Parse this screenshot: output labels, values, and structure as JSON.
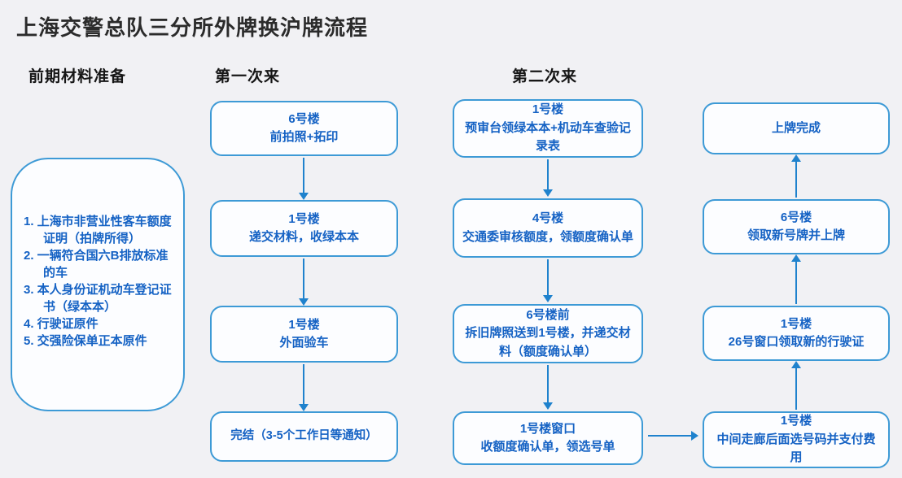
{
  "title": "上海交警总队三分所外牌换沪牌流程",
  "section_headers": {
    "prep": "前期材料准备",
    "first_visit": "第一次来",
    "second_visit": "第二次来"
  },
  "prep_panel": {
    "items": [
      "1. 上海市非营业性客车额度证明（拍牌所得）",
      "2. 一辆符合国六B排放标准的车",
      "3. 本人身份证机动车登记证书（绿本本）",
      "4. 行驶证原件",
      "5. 交强险保单正本原件"
    ]
  },
  "flow": {
    "columns": [
      {
        "name": "first-visit",
        "direction": "down",
        "boxes": [
          {
            "lines": [
              "6号楼",
              "前拍照+拓印"
            ]
          },
          {
            "lines": [
              "1号楼",
              "递交材料，收绿本本"
            ]
          },
          {
            "lines": [
              "1号楼",
              "外面验车"
            ]
          },
          {
            "lines": [
              "完结（3-5个工作日等通知）"
            ]
          }
        ]
      },
      {
        "name": "second-visit",
        "direction": "down",
        "boxes": [
          {
            "lines": [
              "1号楼",
              "预审台领绿本本+机动车查验记录表"
            ]
          },
          {
            "lines": [
              "4号楼",
              "交通委审核额度，领额度确认单"
            ]
          },
          {
            "lines": [
              "6号楼前",
              "拆旧牌照送到1号楼，并递交材料（额度确认单）"
            ]
          },
          {
            "lines": [
              "1号楼窗口",
              "收额度确认单，领选号单"
            ]
          }
        ]
      },
      {
        "name": "completion",
        "direction": "up",
        "boxes": [
          {
            "lines": [
              "上牌完成"
            ]
          },
          {
            "lines": [
              "6号楼",
              "领取新号牌并上牌"
            ]
          },
          {
            "lines": [
              "1号楼",
              "26号窗口领取新的行驶证"
            ]
          },
          {
            "lines": [
              "1号楼",
              "中间走廊后面选号码并支付费用"
            ]
          }
        ]
      }
    ],
    "cross_link": "second-visit bottom to completion bottom"
  },
  "colors": {
    "background": "#f1f1f4",
    "box_border": "#3d9ad6",
    "box_fill": "#fcfdff",
    "text_blue": "#1562c4",
    "arrow": "#1f82cd",
    "title_text": "#2b2b2b"
  }
}
